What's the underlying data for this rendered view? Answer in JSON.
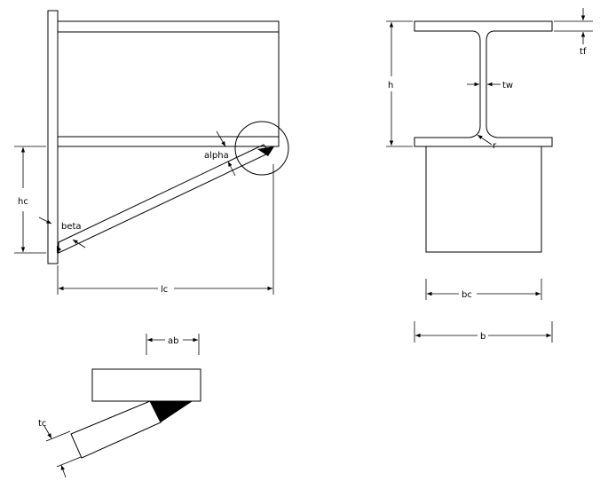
{
  "labels": {
    "hc": "hc",
    "lc": "lc",
    "alpha": "alpha",
    "beta": "beta",
    "h": "h",
    "tw": "tw",
    "tf": "tf",
    "r": "r",
    "bc": "bc",
    "b": "b",
    "ab": "ab",
    "tc": "tc"
  }
}
